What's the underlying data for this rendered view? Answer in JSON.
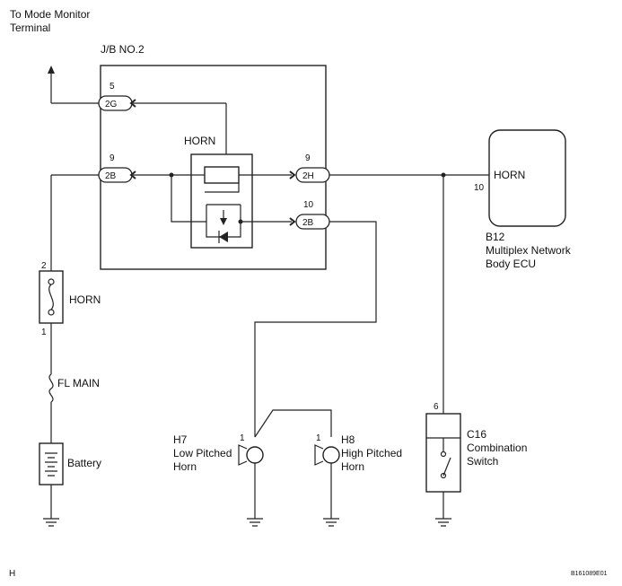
{
  "labels": {
    "mode_monitor_line1": "To Mode Monitor",
    "mode_monitor_line2": "Terminal",
    "jb_title": "J/B NO.2",
    "relay_horn": "HORN",
    "ecu_horn": "HORN",
    "ecu_code": "B12",
    "ecu_name_line1": "Multiplex Network",
    "ecu_name_line2": "Body ECU",
    "fuse_horn": "HORN",
    "fl_main": "FL MAIN",
    "battery": "Battery",
    "h7_code": "H7",
    "h7_line1": "Low Pitched",
    "h7_line2": "Horn",
    "h8_code": "H8",
    "h8_line1": "High Pitched",
    "h8_line2": "Horn",
    "c16_code": "C16",
    "c16_line1": "Combination",
    "c16_line2": "Switch",
    "corner_left": "H",
    "corner_right": "B161089E01"
  },
  "connectors": {
    "c2g": "2G",
    "c2b_left": "2B",
    "c2h": "2H",
    "c2b_right": "2B"
  },
  "pins": {
    "c2g_pin": "5",
    "c2b_left_pin": "9",
    "c2h_pin": "9",
    "c2b_right_pin": "10",
    "ecu_pin": "10",
    "fuse_top": "2",
    "fuse_bottom": "1",
    "h7_pin": "1",
    "h8_pin": "1",
    "c16_pin": "6"
  }
}
